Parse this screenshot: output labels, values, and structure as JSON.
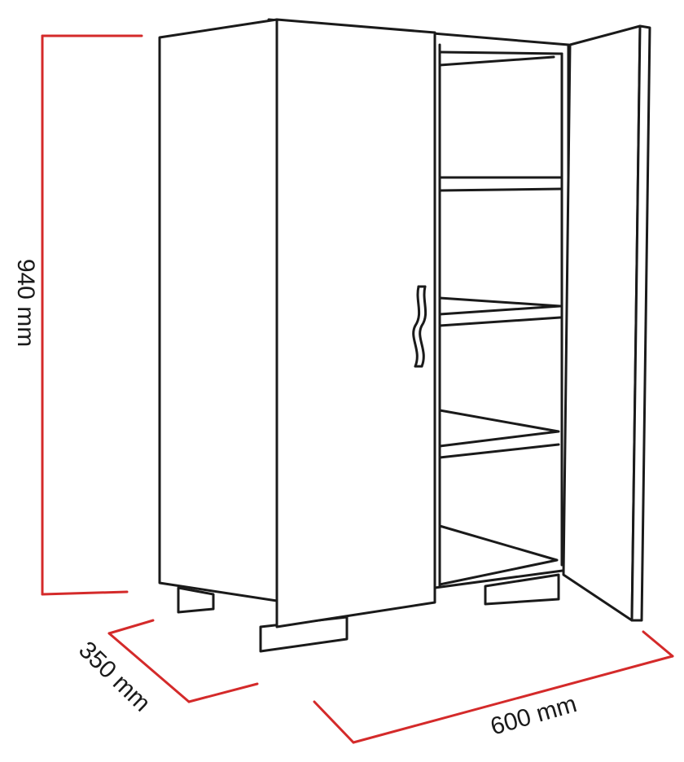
{
  "dimensions": {
    "height": "940 mm",
    "depth": "350 mm",
    "width": "600 mm"
  },
  "colors": {
    "dimension_line": "#d42a2a",
    "outline": "#1a1a1a",
    "background": "#ffffff"
  }
}
